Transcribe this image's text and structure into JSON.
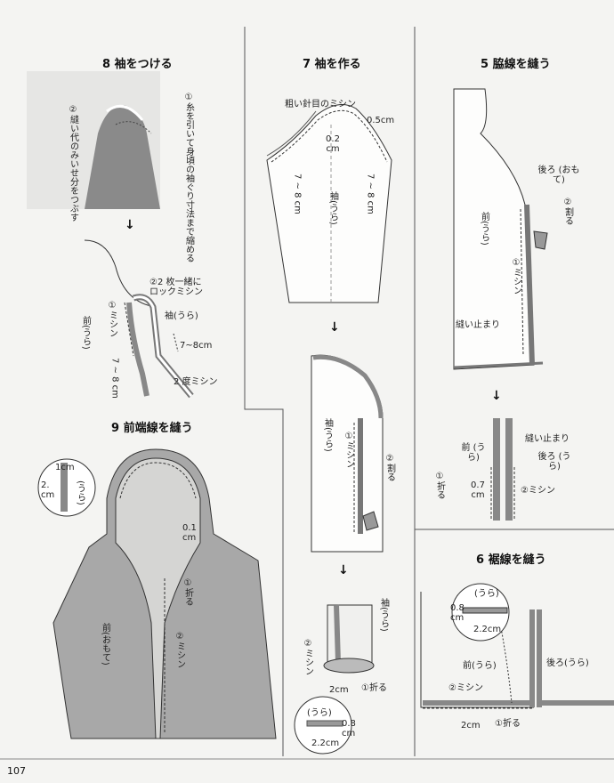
{
  "page_number": "107",
  "step8": {
    "title": "8 袖をつける",
    "note_gather": "①糸を引いて身頃の袖ぐり寸法まで縮める",
    "note_flatten": "②縫い代のみいせ分をつぶす",
    "label_overlock": "②2 枚一緒に ロックミシン",
    "label_machine1": "①ミシン",
    "label_front": "前(うら)",
    "label_sleeve": "袖(うら)",
    "dim_7_8a": "7~8cm",
    "dim_7_8b": "7 ~ 8 cm",
    "label_twice": "2 度ミシン"
  },
  "step7": {
    "title": "7 袖を作る",
    "label_coarse": "粗い針目のミシン",
    "dim_05": "0.5cm",
    "dim_02": "0.2 cm",
    "dim_7_8_left": "7 ~ 8 cm",
    "dim_7_8_right": "7 ~ 8 cm",
    "label_sleeve_back": "袖(うら)",
    "label_sleeve2": "袖(うら)",
    "label_machine": "①ミシン",
    "label_split": "②割る",
    "label_sleeve3": "袖(うら)",
    "label_machine2": "②ミシン",
    "dim_2cm": "2cm",
    "label_fold": "①折る",
    "circle_ura": "(うら)",
    "circle_08": "0.8 cm",
    "circle_22": "2.2cm"
  },
  "step5": {
    "title": "5 脇線を縫う",
    "label_back": "後ろ (おもて)",
    "label_split": "②割る",
    "label_front": "前(うら)",
    "label_machine": "①ミシン",
    "label_stop": "縫い止まり",
    "label_stop2": "縫い止まり",
    "label_front2": "前 (うら)",
    "label_back2": "後ろ (うら)",
    "dim_07": "0.7 cm",
    "label_fold": "①折る",
    "label_machine2": "②ミシン"
  },
  "step6": {
    "title": "6 裾線を縫う",
    "circle_ura": "(うら)",
    "circle_08": "0.8 cm",
    "circle_22": "2.2cm",
    "label_front": "前(うら)",
    "label_back": "後ろ(うら)",
    "label_machine": "②ミシン",
    "dim_2cm": "2cm",
    "label_fold": "①折る"
  },
  "step9": {
    "title": "9 前端線を縫う",
    "circle_1cm": "1cm",
    "circle_2cm": "2. cm",
    "circle_ura": "(うら)",
    "dim_01": "0.1 cm",
    "label_fold": "①折る",
    "label_machine": "②ミシン",
    "label_front": "前(おもて)"
  },
  "arrow": "↓"
}
